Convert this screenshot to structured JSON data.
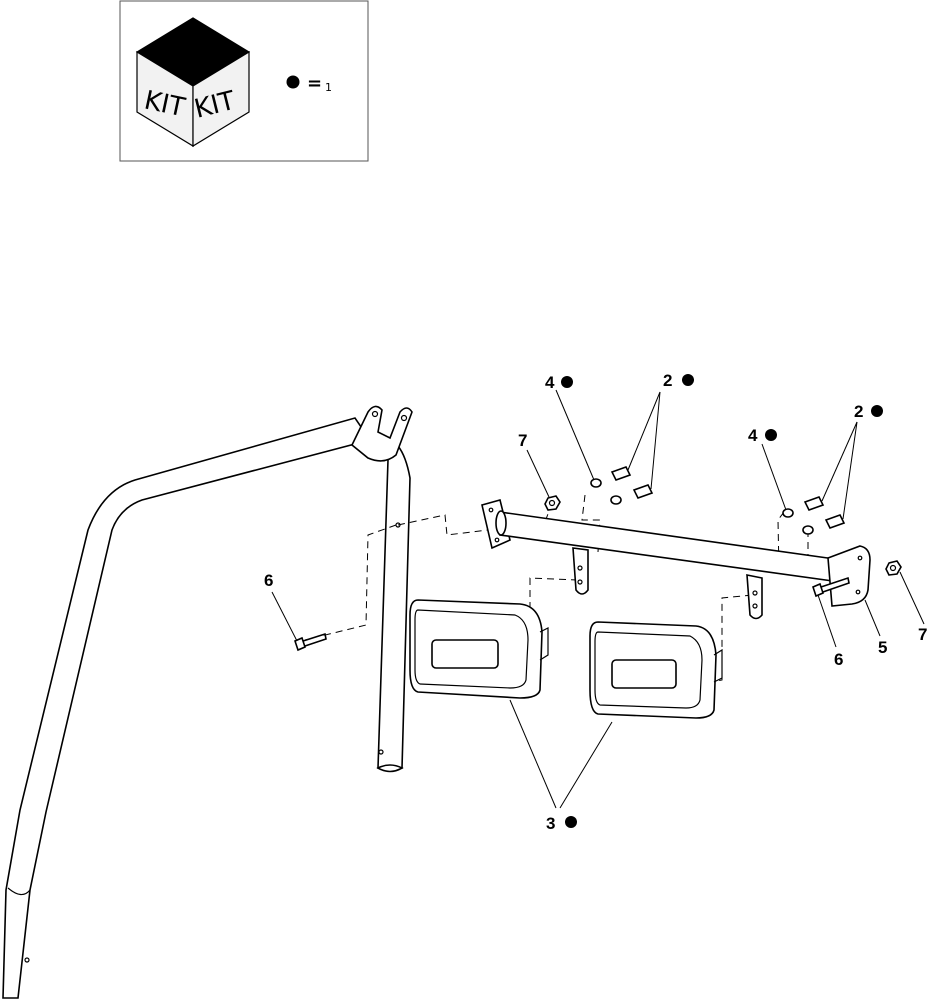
{
  "legend": {
    "kit_label_left": "KIT",
    "kit_label_right": "KIT",
    "symbol": "●",
    "equals": "=",
    "quantity": "1"
  },
  "callouts": [
    {
      "id": "c2a",
      "number": "2",
      "kit_marker": true
    },
    {
      "id": "c2b",
      "number": "2",
      "kit_marker": true
    },
    {
      "id": "c3",
      "number": "3",
      "kit_marker": true
    },
    {
      "id": "c4a",
      "number": "4",
      "kit_marker": true
    },
    {
      "id": "c4b",
      "number": "4",
      "kit_marker": true
    },
    {
      "id": "c5",
      "number": "5",
      "kit_marker": false
    },
    {
      "id": "c6a",
      "number": "6",
      "kit_marker": false
    },
    {
      "id": "c6b",
      "number": "6",
      "kit_marker": false
    },
    {
      "id": "c7a",
      "number": "7",
      "kit_marker": false
    },
    {
      "id": "c7b",
      "number": "7",
      "kit_marker": false
    }
  ],
  "colors": {
    "ink": "#000000",
    "paper": "#ffffff",
    "kit_side": "#f2f2f2"
  }
}
